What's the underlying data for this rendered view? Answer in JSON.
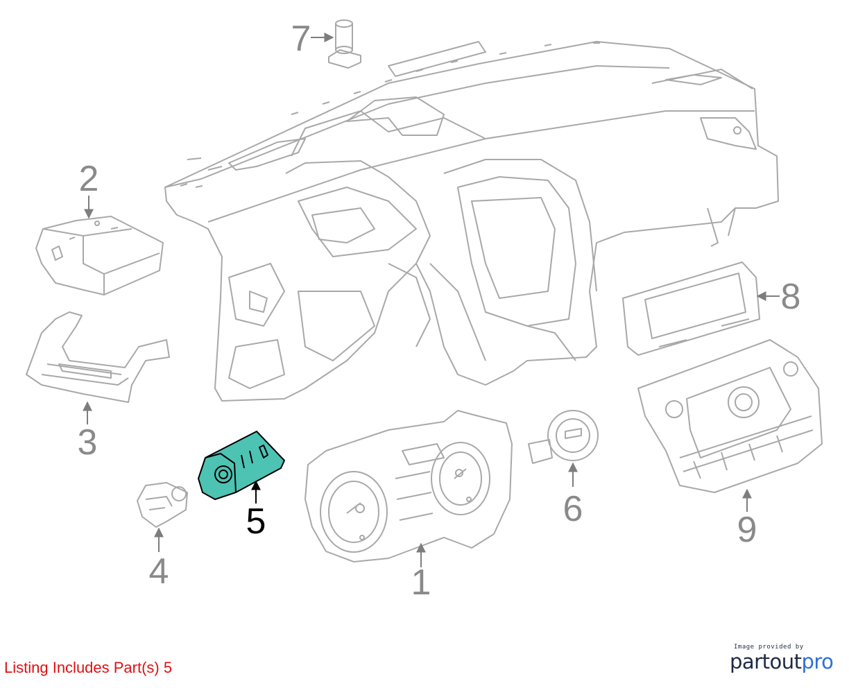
{
  "diagram": {
    "callouts": [
      {
        "id": "1",
        "label": "1",
        "highlighted": false
      },
      {
        "id": "2",
        "label": "2",
        "highlighted": false
      },
      {
        "id": "3",
        "label": "3",
        "highlighted": false
      },
      {
        "id": "4",
        "label": "4",
        "highlighted": false
      },
      {
        "id": "5",
        "label": "5",
        "highlighted": true
      },
      {
        "id": "6",
        "label": "6",
        "highlighted": false
      },
      {
        "id": "7",
        "label": "7",
        "highlighted": false
      },
      {
        "id": "8",
        "label": "8",
        "highlighted": false
      },
      {
        "id": "9",
        "label": "9",
        "highlighted": false
      }
    ],
    "highlight_color": "#4dc3b3",
    "line_color": "#a8a8a8"
  },
  "footer": {
    "listing_note": "Listing Includes Part(s) 5",
    "listing_note_color": "#e01010",
    "credit_small": "Image provided by",
    "credit_brand_part1": "partout",
    "credit_brand_part2": "pro"
  }
}
